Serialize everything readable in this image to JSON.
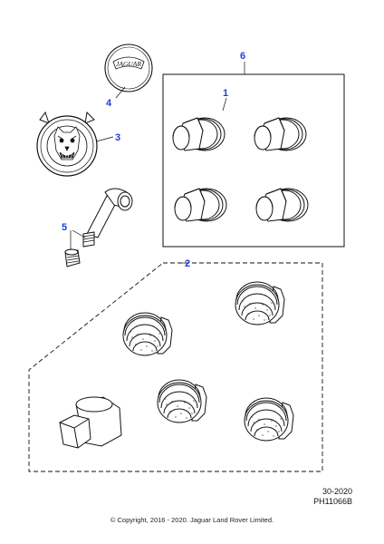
{
  "callouts": {
    "c1": "1",
    "c2": "2",
    "c3": "3",
    "c4": "4",
    "c5": "5",
    "c6": "6"
  },
  "badge_text": "JAGUAR",
  "codes": {
    "section": "30-2020",
    "plate": "PH11066B"
  },
  "copyright": "© Copyright, 2016 - 2020. Jaguar Land Rover Limited.",
  "colors": {
    "callout": "#1f3fd6",
    "line": "#111111"
  }
}
